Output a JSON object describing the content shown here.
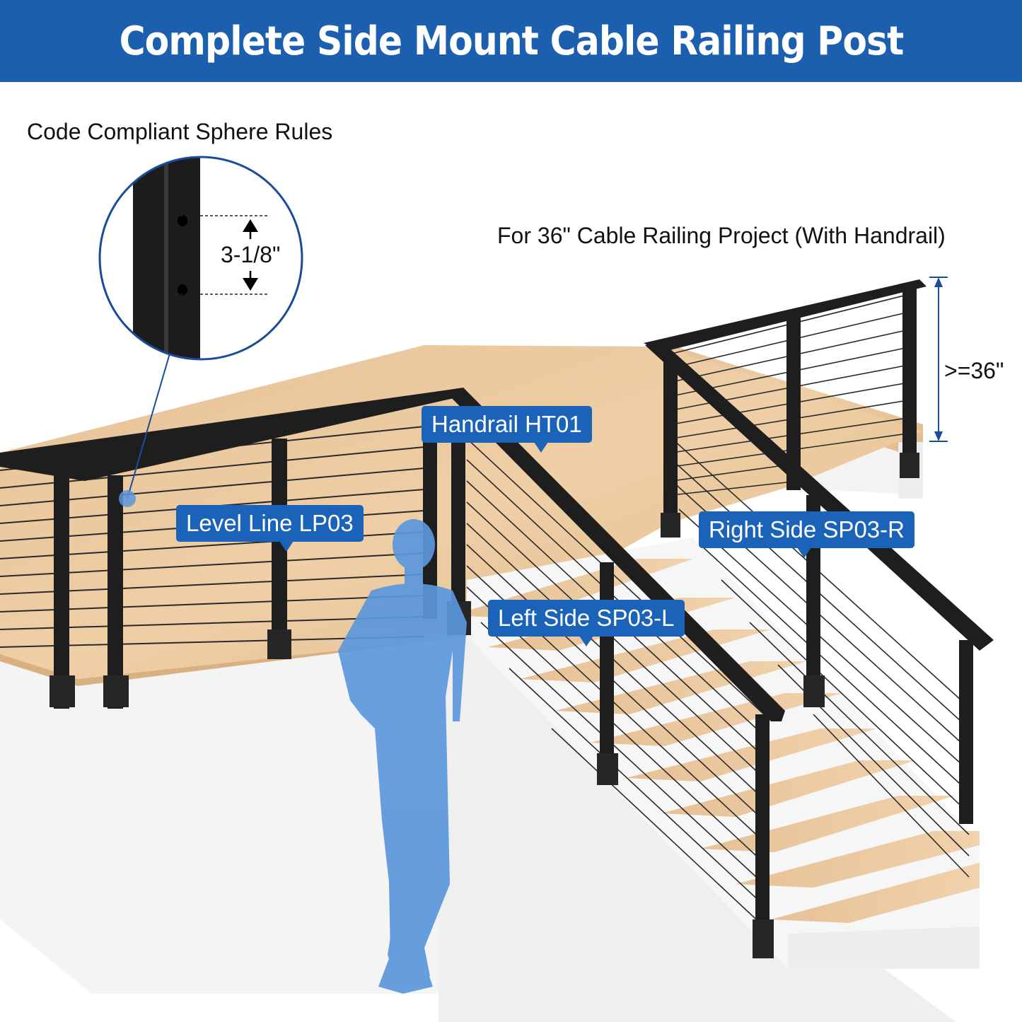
{
  "header": {
    "title": "Complete Side Mount Cable Railing Post"
  },
  "captions": {
    "sphere_rules": "Code Compliant Sphere Rules",
    "project_note": "For 36\" Cable Railing Project (With Handrail)"
  },
  "dimensions": {
    "hole_spacing": "3-1/8\"",
    "railing_height": ">=36\""
  },
  "labels": {
    "handrail": "Handrail  HT01",
    "level_line": "Level Line  LP03",
    "left_side": "Left Side   SP03-L",
    "right_side": "Right Side  SP03-R"
  },
  "colors": {
    "banner": "#1b5fae",
    "label_background": "#1a63b8",
    "post": "#1e1e1e",
    "deck_wood": "#e9c49a",
    "silhouette": "#5b97dc"
  }
}
